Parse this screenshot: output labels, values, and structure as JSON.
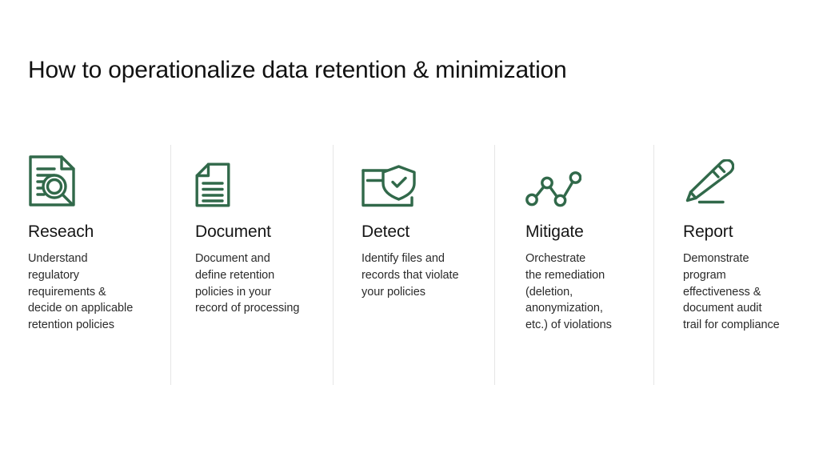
{
  "slide": {
    "title": "How to operationalize data retention & minimization",
    "accent_color": "#31694A",
    "divider_color": "#e6e6e6",
    "background_color": "#ffffff",
    "text_color": "#1a1a1a"
  },
  "columns": [
    {
      "icon": "document-magnifier-icon",
      "heading": "Reseach",
      "body": "Understand\nregulatory\nrequirements &\ndecide on applicable\nretention policies"
    },
    {
      "icon": "document-lines-icon",
      "heading": "Document",
      "body": "Document and\ndefine retention\npolicies in your\nrecord of processing"
    },
    {
      "icon": "folder-shield-check-icon",
      "heading": "Detect",
      "body": "Identify files and\nrecords that violate\nyour policies"
    },
    {
      "icon": "node-graph-icon",
      "heading": "Mitigate",
      "body": "Orchestrate\nthe remediation\n(deletion,\nanonymization,\n etc.) of violations"
    },
    {
      "icon": "pencil-underline-icon",
      "heading": "Report",
      "body": "Demonstrate\nprogram\neffectiveness &\ndocument audit\ntrail for compliance"
    }
  ]
}
